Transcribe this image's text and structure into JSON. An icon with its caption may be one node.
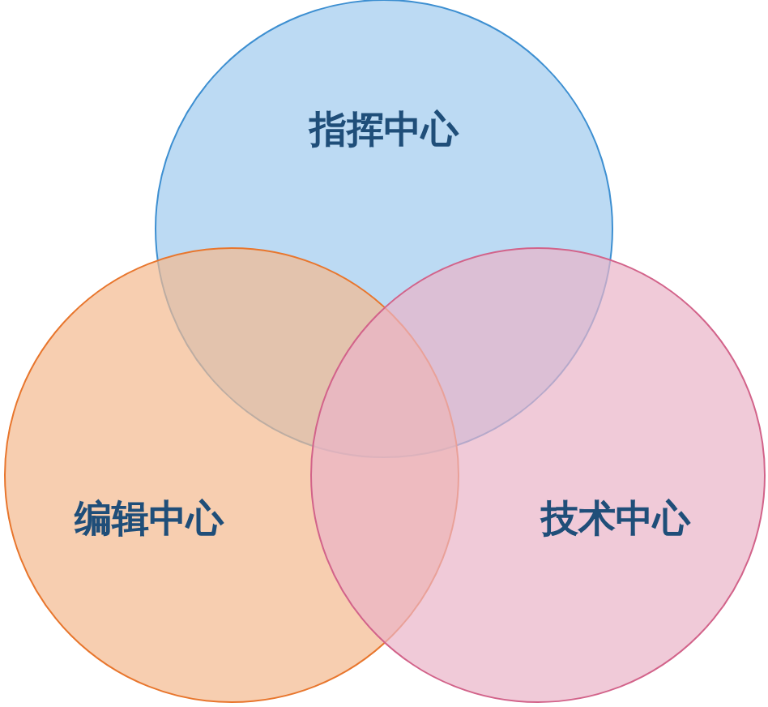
{
  "diagram": {
    "nodes": [
      {
        "text": [
          "指挥中心"
        ]
      },
      {
        "text": [
          "编辑中心"
        ]
      },
      {
        "text": [
          "技术中心"
        ]
      }
    ]
  }
}
